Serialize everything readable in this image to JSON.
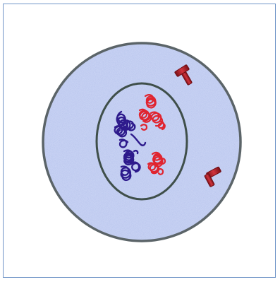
{
  "figure": {
    "subject": "cell",
    "colors": {
      "frame_border": "#6f94c7",
      "cytoplasm_fill": "#b3c1ec",
      "cell_membrane": "#5b6468",
      "nuclear_envelope": "#3f4f4a",
      "maternal_chromosomes": "#2d1a8c",
      "paternal_chromosomes": "#e0242f",
      "centrioles": "#b3202b"
    },
    "components": {
      "cell_membrane": "cell-membrane",
      "cytoplasm": "cytoplasm",
      "nucleus": "nucleus",
      "chromatin_groups": [
        {
          "name": "chromatin-blue-upper",
          "color_key": "maternal_chromosomes"
        },
        {
          "name": "chromatin-blue-lower",
          "color_key": "maternal_chromosomes"
        },
        {
          "name": "chromatin-red-upper",
          "color_key": "paternal_chromosomes"
        },
        {
          "name": "chromatin-red-lower",
          "color_key": "paternal_chromosomes"
        }
      ],
      "centrioles": [
        "centriole-upper",
        "centriole-lower"
      ]
    }
  }
}
